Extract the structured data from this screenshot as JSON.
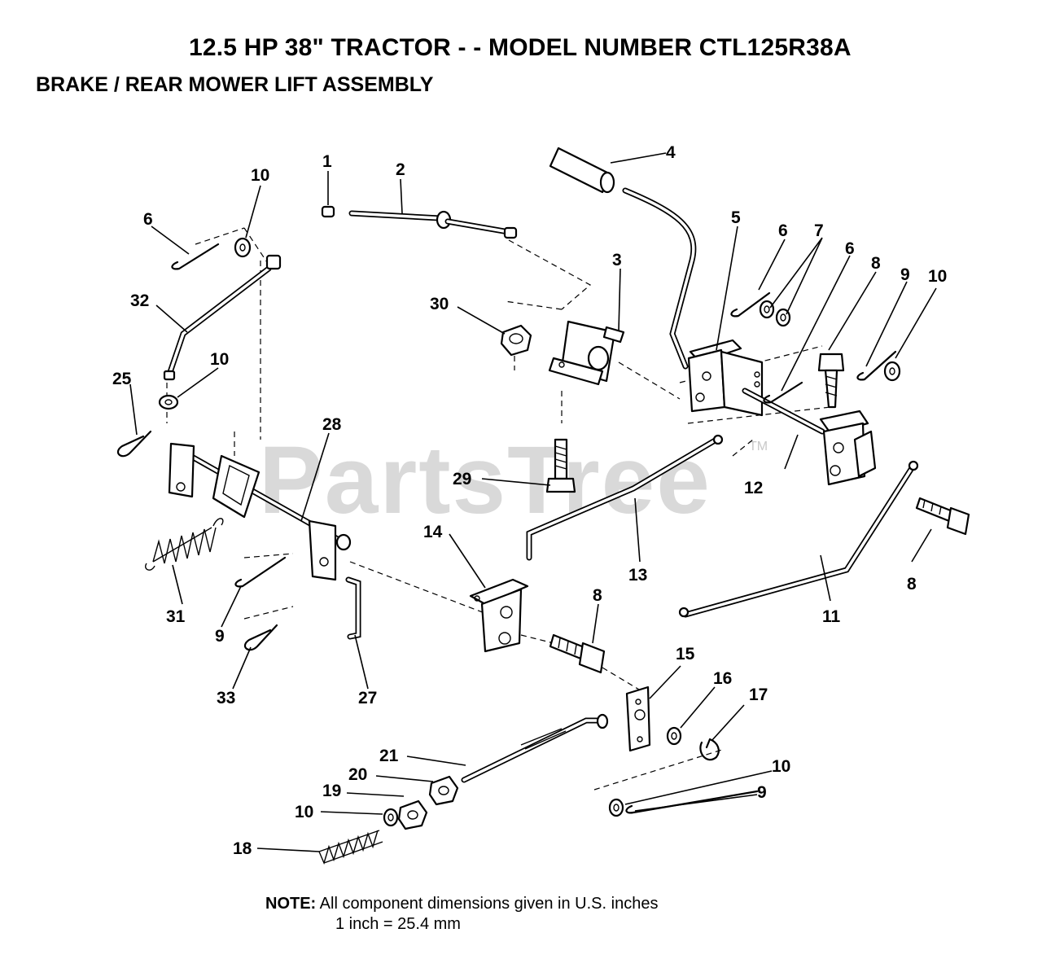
{
  "header": {
    "title": "12.5 HP 38\" TRACTOR - - MODEL NUMBER CTL125R38A",
    "subtitle": "BRAKE / REAR MOWER LIFT ASSEMBLY"
  },
  "watermark": {
    "text": "PartsTree",
    "tm": "TM"
  },
  "callouts": {
    "c1": "1",
    "c2": "2",
    "c3": "3",
    "c4": "4",
    "c5": "5",
    "c6a": "6",
    "c6b": "6",
    "c6c": "6",
    "c7": "7",
    "c8a": "8",
    "c8b": "8",
    "c8c": "8",
    "c9a": "9",
    "c9b": "9",
    "c9c": "9",
    "c10a": "10",
    "c10b": "10",
    "c10c": "10",
    "c10d": "10",
    "c10e": "10",
    "c11": "11",
    "c12": "12",
    "c13": "13",
    "c14": "14",
    "c15": "15",
    "c16": "16",
    "c17": "17",
    "c18": "18",
    "c19": "19",
    "c20": "20",
    "c21": "21",
    "c25": "25",
    "c27": "27",
    "c28": "28",
    "c29": "29",
    "c30": "30",
    "c31": "31",
    "c32": "32",
    "c33": "33"
  },
  "note": {
    "label": "NOTE:",
    "line1": "All component dimensions given in U.S. inches",
    "line2": "1 inch = 25.4 mm"
  }
}
